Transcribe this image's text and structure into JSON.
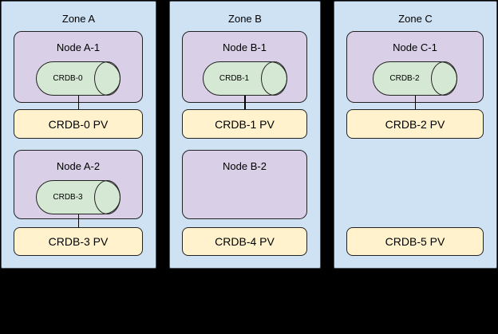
{
  "colors": {
    "background": "#000000",
    "zone_fill": "#cfe2f3",
    "zone_border": "#47525c",
    "node_fill": "#d9d0e7",
    "cylinder_fill": "#d5e8d4",
    "pv_fill": "#fff2cc",
    "shape_border": "#222222",
    "text": "#000000"
  },
  "zones": [
    {
      "title": "Zone A",
      "nodes": [
        {
          "title": "Node A-1",
          "pod": "CRDB-0"
        },
        {
          "title": "Node A-2",
          "pod": "CRDB-3"
        }
      ],
      "pvs": [
        {
          "label": "CRDB-0 PV"
        },
        {
          "label": "CRDB-3 PV"
        }
      ]
    },
    {
      "title": "Zone B",
      "nodes": [
        {
          "title": "Node B-1",
          "pod": "CRDB-1"
        },
        {
          "title": "Node B-2"
        }
      ],
      "pvs": [
        {
          "label": "CRDB-1 PV"
        },
        {
          "label": "CRDB-4 PV"
        }
      ]
    },
    {
      "title": "Zone C",
      "nodes": [
        {
          "title": "Node C-1",
          "pod": "CRDB-2"
        }
      ],
      "pvs": [
        {
          "label": "CRDB-2 PV"
        },
        {
          "label": "CRDB-5 PV"
        }
      ]
    }
  ]
}
